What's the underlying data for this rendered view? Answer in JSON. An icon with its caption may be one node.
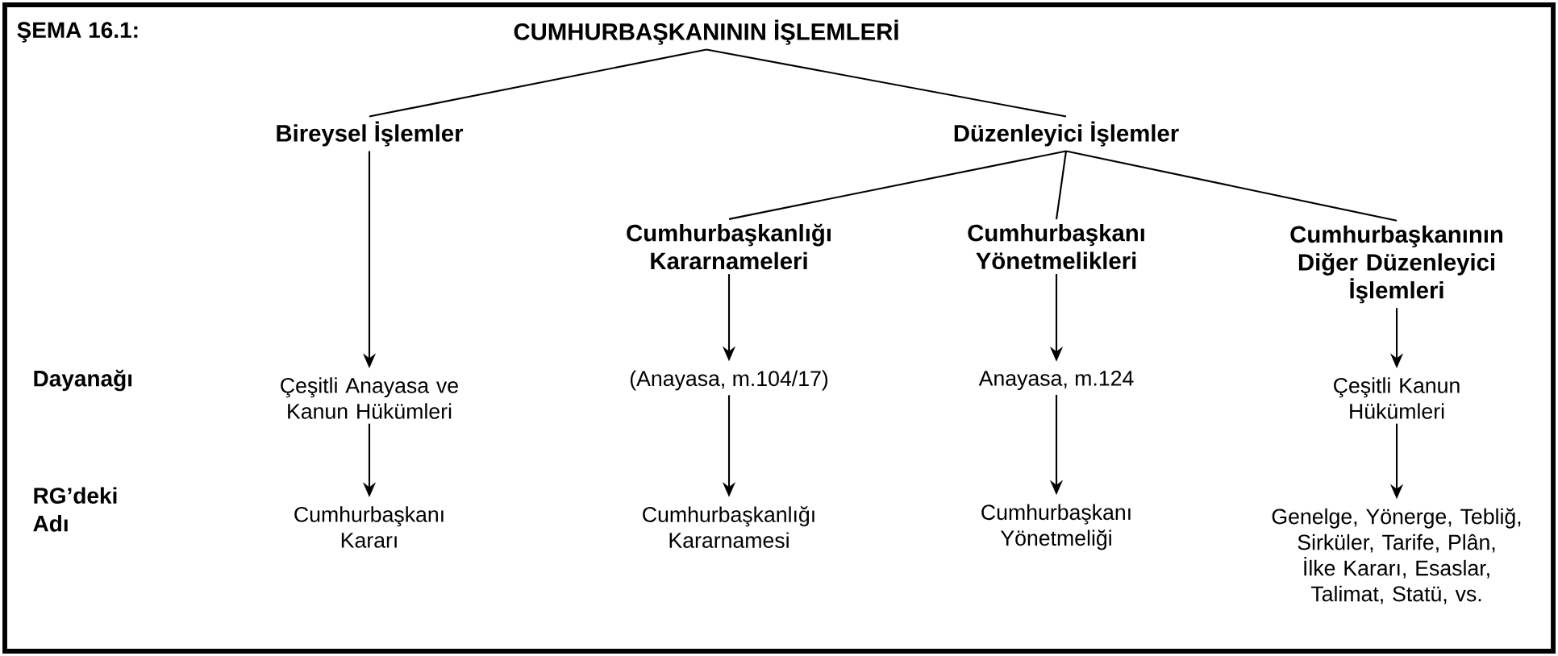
{
  "diagram": {
    "nodes": [
      {
        "text": [
          "CUMHURBAŞKANININ İŞLEMLERİ"
        ]
      },
      {
        "text": [
          "Bireysel İşlemler"
        ]
      },
      {
        "text": [
          "Düzenleyici İşlemler"
        ]
      },
      {
        "text": [
          "Cumhurbaşkanlığı Kararnameleri"
        ]
      },
      {
        "text": [
          "Cumhurbaşkanı Yönetmelikleri"
        ]
      },
      {
        "text": [
          "Cumhurbaşkanının Diğer Düzenleyici İşlemleri"
        ]
      },
      {
        "text": [
          "Çeşitli Anayasa ve Kanun Hükümleri"
        ]
      },
      {
        "text": [
          "(Anayasa, m.104/17)"
        ]
      },
      {
        "text": [
          "Anayasa, m.124"
        ]
      },
      {
        "text": [
          "Çeşitli Kanun Hükümleri"
        ]
      },
      {
        "text": [
          "Cumhurbaşkanı Kararı"
        ]
      },
      {
        "text": [
          "Cumhurbaşkanlığı Kararnamesi"
        ]
      },
      {
        "text": [
          "Cumhurbaşkanı Yönetmeliği"
        ]
      },
      {
        "text": [
          "Genelge, Yönerge, Tebliğ, Sirküler, Tarife, Plân, İlke Kararı, Esaslar, Talimat, Statü, vs."
        ]
      }
    ],
    "edges": [
      {
        "from": 0,
        "to": 1,
        "arrow": "none"
      },
      {
        "from": 0,
        "to": 2,
        "arrow": "none"
      },
      {
        "from": 1,
        "to": 6,
        "arrow": "to"
      },
      {
        "from": 2,
        "to": 3,
        "arrow": "none"
      },
      {
        "from": 2,
        "to": 4,
        "arrow": "none"
      },
      {
        "from": 2,
        "to": 5,
        "arrow": "none"
      },
      {
        "from": 3,
        "to": 7,
        "arrow": "to"
      },
      {
        "from": 4,
        "to": 8,
        "arrow": "to"
      },
      {
        "from": 5,
        "to": 9,
        "arrow": "to"
      },
      {
        "from": 6,
        "to": 10,
        "arrow": "to"
      },
      {
        "from": 7,
        "to": 11,
        "arrow": "to"
      },
      {
        "from": 8,
        "to": 12,
        "arrow": "to"
      },
      {
        "from": 9,
        "to": 13,
        "arrow": "to"
      }
    ],
    "labels": [
      "ŞEMA 16.1:",
      "Dayanağı",
      "RG’deki Adı"
    ]
  }
}
